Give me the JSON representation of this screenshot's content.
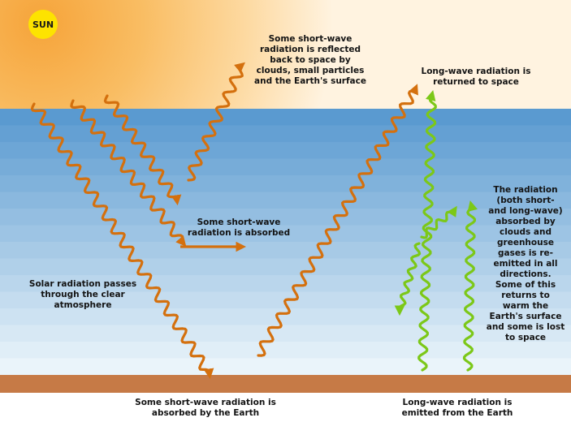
{
  "sun_label": "SUN",
  "labels": {
    "reflected": "Some short-wave\nradiation is reflected\nback to space by\nclouds, small particles\nand the Earth's surface",
    "longwave_returned": "Long-wave radiation is\nreturned to space",
    "absorbed_atmosphere": "Some short-wave\nradiation is absorbed",
    "solar_passes": "Solar radiation passes\nthrough the clear\natmosphere",
    "reemitted": "The radiation\n(both short-\nand long-wave)\nabsorbed by\nclouds and\ngreenhouse\ngases is re-\nemitted in all\ndirections.\nSome of this\nreturns to\nwarm the\nEarth's surface\nand some is lost\nto space",
    "absorbed_earth": "Some short-wave radiation is\nabsorbed by the Earth",
    "longwave_emitted": "Long-wave radiation is\nemitted from the Earth"
  },
  "colors": {
    "shortwave_arrow": "#d4700e",
    "longwave_arrow": "#7cc818",
    "ground": "#c67a46",
    "sun": "#fde300",
    "atmosphere_top": "#5a9ad0",
    "atmosphere_bottom": "#eaf4fa"
  }
}
